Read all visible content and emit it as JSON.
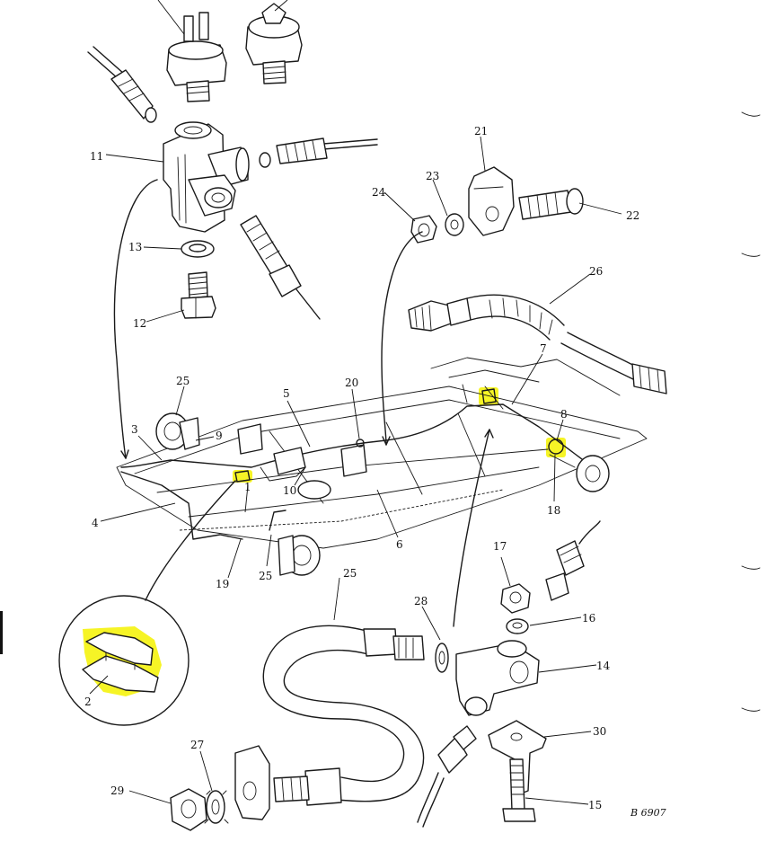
{
  "figure_ref": "B 6907",
  "highlight_color": "#f5f200",
  "callouts": {
    "c1": "1",
    "c2": "2",
    "c3": "3",
    "c4": "4",
    "c5": "5",
    "c6": "6",
    "c7": "7",
    "c8": "8",
    "c9": "9",
    "c10": "10",
    "c11": "11",
    "c12": "12",
    "c13": "13",
    "c14": "14",
    "c15": "15",
    "c16": "16",
    "c17": "17",
    "c18": "18",
    "c19": "19",
    "c20": "20",
    "c21": "21",
    "c22": "22",
    "c23": "23",
    "c24": "24",
    "c25a": "25",
    "c25b": "25",
    "c25c": "25",
    "c26": "26",
    "c27": "27",
    "c28": "28",
    "c29": "29",
    "c30": "30"
  }
}
